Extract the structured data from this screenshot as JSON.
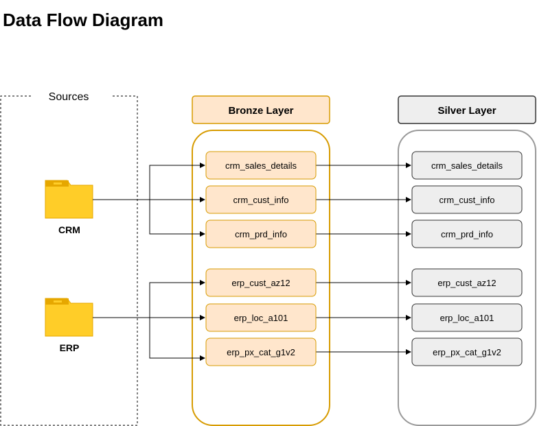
{
  "title": "Data Flow Diagram",
  "sources": {
    "label": "Sources",
    "crm": {
      "label": "CRM",
      "icon": "folder-icon"
    },
    "erp": {
      "label": "ERP",
      "icon": "folder-icon"
    }
  },
  "bronze": {
    "label": "Bronze Layer",
    "fill": "#ffe6cc",
    "border": "#d79b00",
    "items": [
      "crm_sales_details",
      "crm_cust_info",
      "crm_prd_info",
      "erp_cust_az12",
      "erp_loc_a101",
      "erp_px_cat_g1v2"
    ]
  },
  "silver": {
    "label": "Silver Layer",
    "fill": "#eeeeee",
    "border": "#333333",
    "items": [
      "crm_sales_details",
      "crm_cust_info",
      "crm_prd_info",
      "erp_cust_az12",
      "erp_loc_a101",
      "erp_px_cat_g1v2"
    ]
  },
  "colors": {
    "folder": "#ffcd28",
    "folder_tab": "#e6a700"
  }
}
